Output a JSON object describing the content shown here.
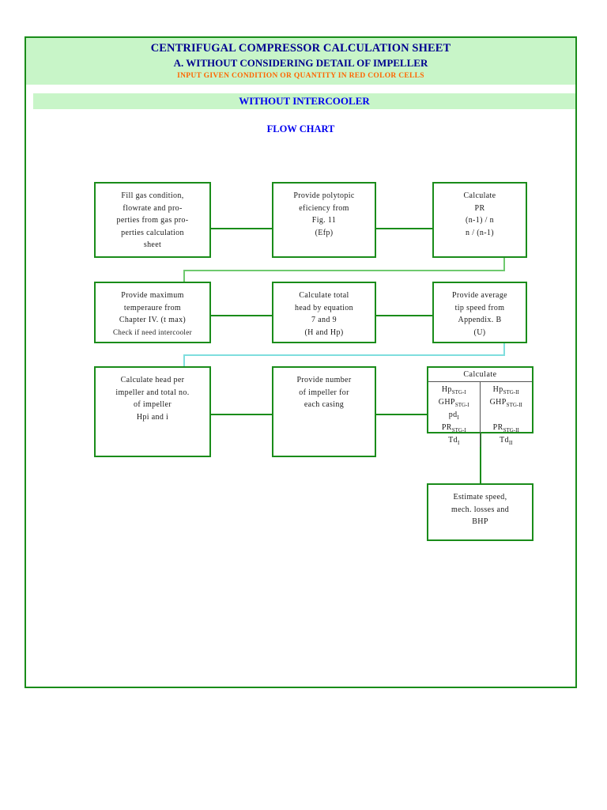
{
  "header": {
    "title": "CENTRIFUGAL COMPRESSOR CALCULATION SHEET",
    "subtitle": "A. WITHOUT CONSIDERING DETAIL OF IMPELLER",
    "note": "INPUT GIVEN CONDITION OR QUANTITY IN RED COLOR CELLS",
    "section": "WITHOUT INTERCOOLER",
    "chart_label": "FLOW CHART",
    "colors": {
      "band": "#c8f5c8",
      "title_text": "#00008f",
      "note_text": "#ff6600",
      "section_text": "#0000ee",
      "border": "#1a8c1a"
    }
  },
  "flowchart": {
    "nodes": [
      {
        "id": "fill-gas-condition",
        "lines": [
          "Fill gas condition,",
          "flowrate and pro-",
          "perties from gas pro-",
          "perties calculation",
          "sheet"
        ]
      },
      {
        "id": "provide-polytropic-efficiency",
        "lines": [
          "Provide polytopic",
          "eficiency from",
          "Fig. 11",
          "(Efp)"
        ]
      },
      {
        "id": "calculate-pr",
        "lines": [
          "Calculate",
          "PR",
          "(n-1) / n",
          "n / (n-1)"
        ]
      },
      {
        "id": "provide-maximum-temperature",
        "lines": [
          "Provide maximum",
          "temperaure from",
          "Chapter IV. (t max)",
          "Check if need intercooler"
        ]
      },
      {
        "id": "calculate-total-head",
        "lines": [
          "Calculate total",
          "head by equation",
          "7 and 9",
          "(H and Hp)"
        ]
      },
      {
        "id": "provide-average-tip-speed",
        "lines": [
          "Provide average",
          "tip speed from",
          "Appendix. B",
          "(U)"
        ]
      },
      {
        "id": "calculate-head-per-impeller",
        "lines": [
          "Calculate head per",
          "impeller and total no.",
          "of impeller",
          "Hpi and i"
        ]
      },
      {
        "id": "provide-number-of-impeller",
        "lines": [
          "Provide number",
          "of impeller for",
          "each casing"
        ]
      },
      {
        "id": "estimate-speed-bhp",
        "lines": [
          "Estimate speed,",
          "mech. losses and",
          "BHP"
        ]
      }
    ],
    "calc_table": {
      "title": "Calculate",
      "rows": [
        {
          "left": "Hp",
          "left_sub": "STG-I",
          "right": "Hp",
          "right_sub": "STG-II"
        },
        {
          "left": "GHP",
          "left_sub": "STG-I",
          "right": "GHP",
          "right_sub": "STG-II"
        },
        {
          "left": "pd",
          "left_sub": "I",
          "right": "",
          "right_sub": ""
        },
        {
          "left": "PR",
          "left_sub": "STG-I",
          "right": "PR",
          "right_sub": "STG-II"
        },
        {
          "left": "Td",
          "left_sub": "I",
          "right": "Td",
          "right_sub": "II"
        }
      ]
    },
    "connector_colors": {
      "primary": "#1a8c1a",
      "light_green": "#6fc96f",
      "cyan": "#7fdede"
    }
  }
}
